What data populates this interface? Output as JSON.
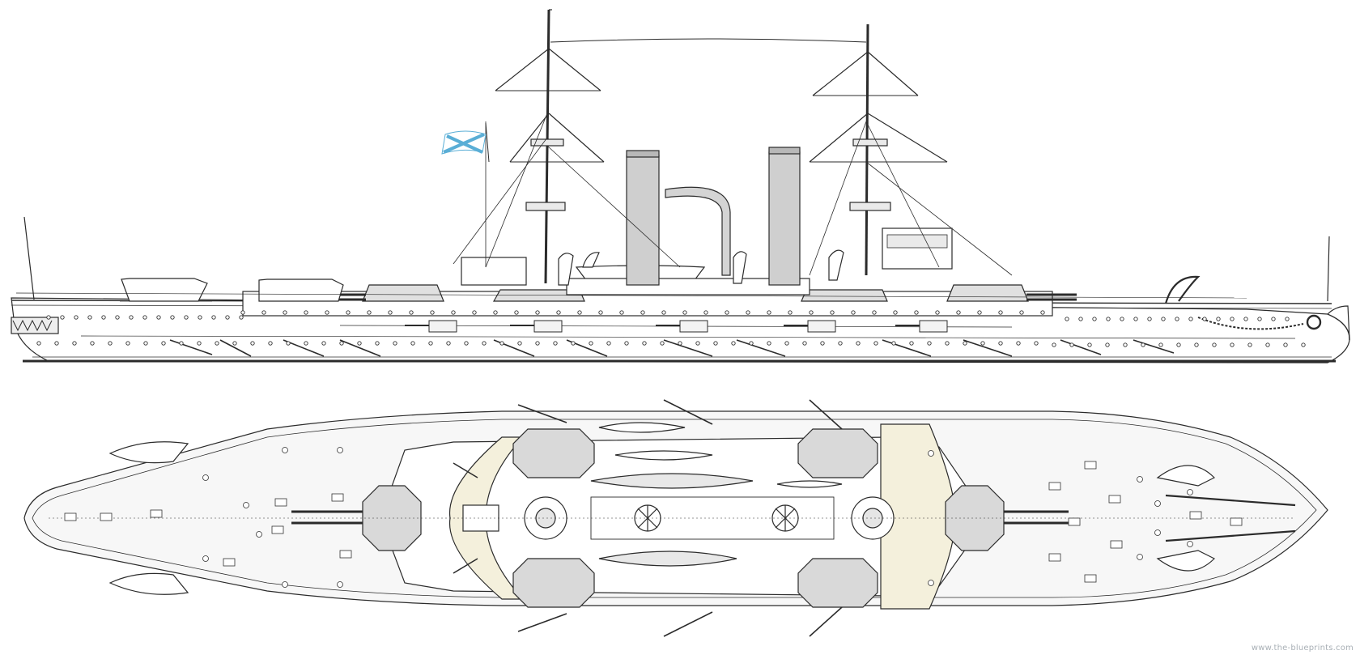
{
  "drawing": {
    "views": [
      "side-profile",
      "top-deck-plan"
    ],
    "colors": {
      "line": "#2b2b2b",
      "hull_fill": "#ffffff",
      "deck_fill": "#f7f7f7",
      "turret_fill": "#d9d9d9",
      "funnel_fill": "#cfcfcf",
      "bridge_deck_fill": "#f4f0dc",
      "flag_blue": "#5aaed6",
      "flag_white": "#ffffff"
    },
    "icons": [
      "naval-ensign-icon",
      "anchor-icon",
      "turret-icon",
      "lifeboat-icon",
      "funnel-icon",
      "mast-icon",
      "ventilator-icon"
    ]
  },
  "watermark": {
    "text": "www.the-blueprints.com"
  }
}
